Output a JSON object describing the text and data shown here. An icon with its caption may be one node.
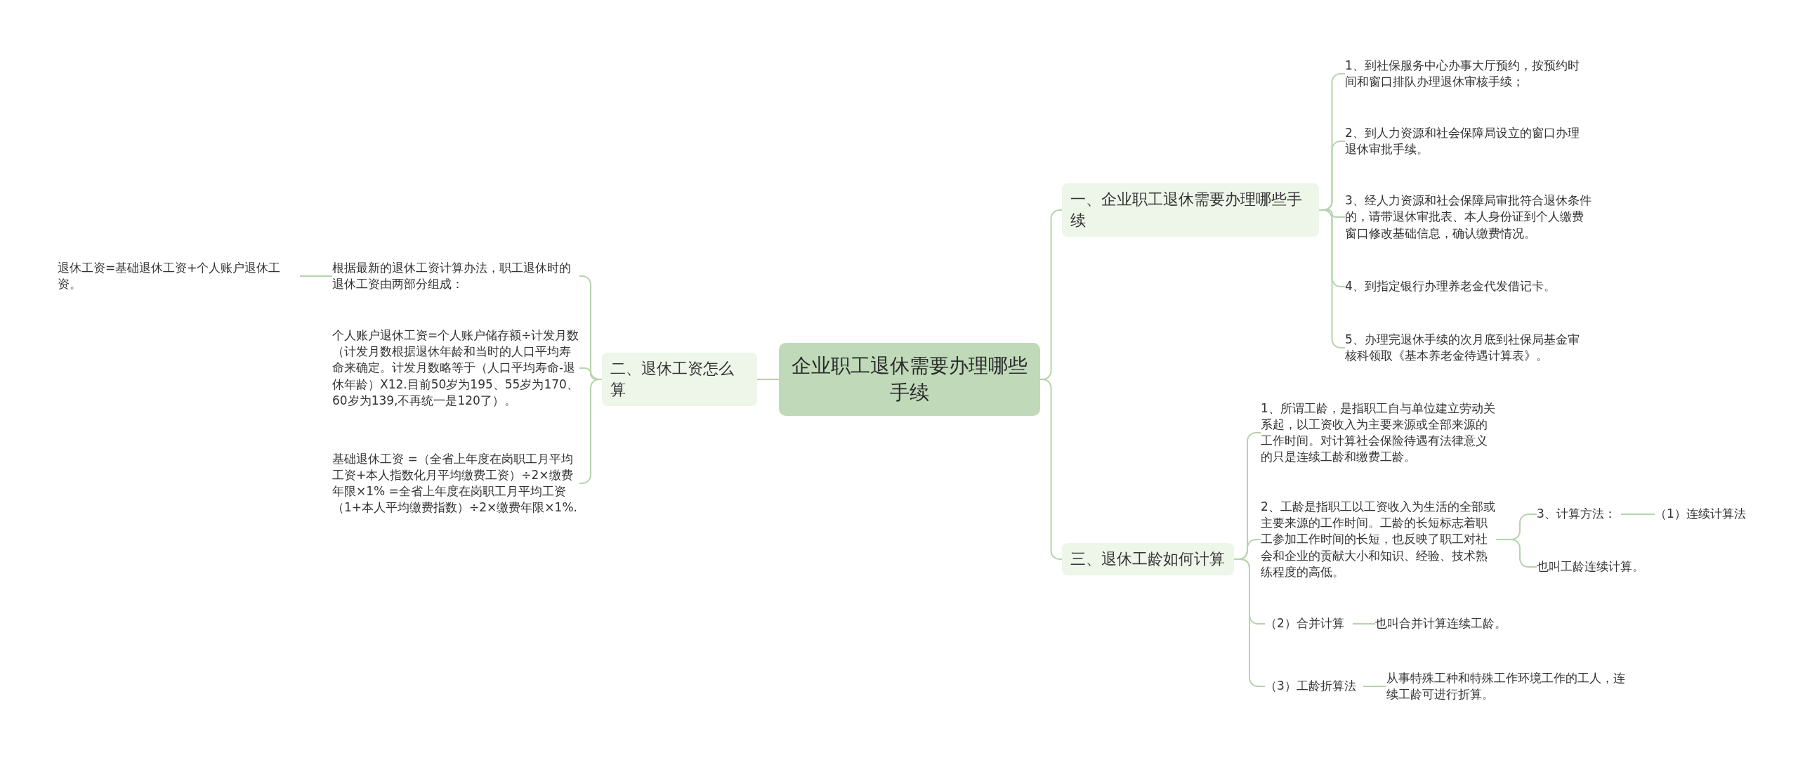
{
  "diagram": {
    "nodes": [
      {
        "text": [
          "企业职工退休需要办理哪些手续"
        ]
      },
      {
        "text": [
          "一、企业职工退休需要办理哪些手续"
        ]
      },
      {
        "text": [
          "1、到社保服务中心办事大厅预约，按预约时间和窗口排队办理退休审核手续；"
        ]
      },
      {
        "text": [
          "2、到人力资源和社会保障局设立的窗口办理退休审批手续。"
        ]
      },
      {
        "text": [
          "3、经人力资源和社会保障局审批符合退休条件的，请带退休审批表、本人身份证到个人缴费窗口修改基础信息，确认缴费情况。"
        ]
      },
      {
        "text": [
          "4、到指定银行办理养老金代发借记卡。"
        ]
      },
      {
        "text": [
          "5、办理完退休手续的次月底到社保局基金审核科领取《基本养老金待遇计算表》。"
        ]
      },
      {
        "text": [
          "二、退休工资怎么算"
        ]
      },
      {
        "text": [
          "根据最新的退休工资计算办法，职工退休时的退休工资由两部分组成："
        ]
      },
      {
        "text": [
          "退休工资=基础退休工资+个人账户退休工资。"
        ]
      },
      {
        "text": [
          "个人账户退休工资=个人账户储存额÷计发月数（计发月数根据退休年龄和当时的人口平均寿命来确定。计发月数略等于（人口平均寿命-退休年龄）X12.目前50岁为195、55岁为170、60岁为139,不再统一是120了）。"
        ]
      },
      {
        "text": [
          "基础退休工资 =（全省上年度在岗职工月平均工资+本人指数化月平均缴费工资）÷2×缴费年限×1% =全省上年度在岗职工月平均工资（1+本人平均缴费指数）÷2×缴费年限×1%."
        ]
      },
      {
        "text": [
          "三、退休工龄如何计算"
        ]
      },
      {
        "text": [
          "1、所谓工龄，是指职工自与单位建立劳动关系起，以工资收入为主要来源或全部来源的工作时间。对计算社会保险待遇有法律意义的只是连续工龄和缴费工龄。"
        ]
      },
      {
        "text": [
          "2、工龄是指职工以工资收入为生活的全部或主要来源的工作时间。工龄的长短标志着职工参加工作时间的长短，也反映了职工对社会和企业的贡献大小和知识、经验、技术熟练程度的高低。"
        ]
      },
      {
        "text": [
          "3、计算方法："
        ]
      },
      {
        "text": [
          "（1）连续计算法"
        ]
      },
      {
        "text": [
          "也叫工龄连续计算。"
        ]
      },
      {
        "text": [
          "（2）合并计算"
        ]
      },
      {
        "text": [
          "也叫合并计算连续工龄。"
        ]
      },
      {
        "text": [
          "（3）工龄折算法"
        ]
      },
      {
        "text": [
          "从事特殊工种和特殊工作环境工作的工人，连续工龄可进行折算。"
        ]
      }
    ],
    "edges": [
      {
        "from": 0,
        "to": 1,
        "arrow": "none"
      },
      {
        "from": 1,
        "to": 2,
        "arrow": "none"
      },
      {
        "from": 1,
        "to": 3,
        "arrow": "none"
      },
      {
        "from": 1,
        "to": 4,
        "arrow": "none"
      },
      {
        "from": 1,
        "to": 5,
        "arrow": "none"
      },
      {
        "from": 1,
        "to": 6,
        "arrow": "none"
      },
      {
        "from": 0,
        "to": 7,
        "arrow": "none"
      },
      {
        "from": 7,
        "to": 8,
        "arrow": "none"
      },
      {
        "from": 8,
        "to": 9,
        "arrow": "none"
      },
      {
        "from": 7,
        "to": 10,
        "arrow": "none"
      },
      {
        "from": 7,
        "to": 11,
        "arrow": "none"
      },
      {
        "from": 0,
        "to": 12,
        "arrow": "none"
      },
      {
        "from": 12,
        "to": 13,
        "arrow": "none"
      },
      {
        "from": 12,
        "to": 14,
        "arrow": "none"
      },
      {
        "from": 14,
        "to": 15,
        "arrow": "none"
      },
      {
        "from": 15,
        "to": 16,
        "arrow": "none"
      },
      {
        "from": 14,
        "to": 17,
        "arrow": "none"
      },
      {
        "from": 12,
        "to": 18,
        "arrow": "none"
      },
      {
        "from": 18,
        "to": 19,
        "arrow": "none"
      },
      {
        "from": 12,
        "to": 20,
        "arrow": "none"
      },
      {
        "from": 20,
        "to": 21,
        "arrow": "none"
      }
    ]
  }
}
